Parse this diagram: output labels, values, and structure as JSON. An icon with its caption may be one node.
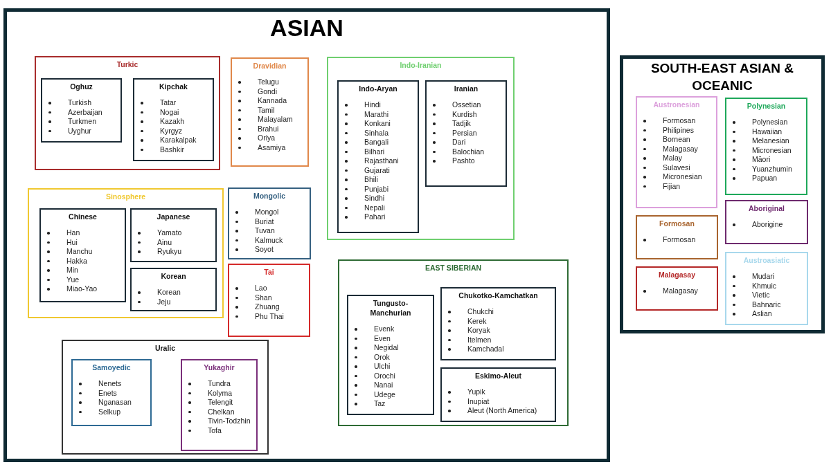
{
  "diagram": {
    "nodes": [
      {
        "text": [
          "ASIAN"
        ]
      },
      {
        "text": [
          "Turkic"
        ],
        "in": 0
      },
      {
        "text": [
          "Oghuz",
          "Turkish",
          "Azerbaijan",
          "Turkmen",
          "Uyghur"
        ],
        "in": 1
      },
      {
        "text": [
          "Kipchak",
          "Tatar",
          "Nogai",
          "Kazakh",
          "Kyrgyz",
          "Karakalpak",
          "Bashkir"
        ],
        "in": 1
      },
      {
        "text": [
          "Dravidian",
          "Telugu",
          "Gondi",
          "Kannada",
          "Tamil",
          "Malayalam",
          "Brahui",
          "Oriya",
          "Asamiya"
        ],
        "in": 0
      },
      {
        "text": [
          "Indo-Iranian"
        ],
        "in": 0
      },
      {
        "text": [
          "Indo-Aryan",
          "Hindi",
          "Marathi",
          "Konkani",
          "Sinhala",
          "Bangali",
          "Bilhari",
          "Rajasthani",
          "Gujarati",
          "Bhili",
          "Punjabi",
          "Sindhi",
          "Nepali",
          "Pahari"
        ],
        "in": 5
      },
      {
        "text": [
          "Iranian",
          "Ossetian",
          "Kurdish",
          "Tadjik",
          "Persian",
          "Dari",
          "Balochian",
          "Pashto"
        ],
        "in": 5
      },
      {
        "text": [
          "Sinosphere"
        ],
        "in": 0
      },
      {
        "text": [
          "Chinese",
          "Han",
          "Hui",
          "Manchu",
          "Hakka",
          "Min",
          "Yue",
          "Miao-Yao"
        ],
        "in": 8
      },
      {
        "text": [
          "Japanese",
          "Yamato",
          "Ainu",
          "Ryukyu"
        ],
        "in": 8
      },
      {
        "text": [
          "Korean",
          "Korean",
          "Jeju"
        ],
        "in": 8
      },
      {
        "text": [
          "Mongolic",
          "Mongol",
          "Buriat",
          "Tuvan",
          "Kalmuck",
          "Soyot"
        ],
        "in": 0
      },
      {
        "text": [
          "Tai",
          "Lao",
          "Shan",
          "Zhuang",
          "Phu Thai"
        ],
        "in": 0
      },
      {
        "text": [
          "EAST SIBERIAN"
        ],
        "in": 0
      },
      {
        "text": [
          "Tungusto-Manchurian",
          "Evenk",
          "Even",
          "Negidal",
          "Orok",
          "Ulchi",
          "Orochi",
          "Nanai",
          "Udege",
          "Taz"
        ],
        "in": 14
      },
      {
        "text": [
          "Chukotko-Kamchatkan",
          "Chukchi",
          "Kerek",
          "Koryak",
          "Itelmen",
          "Kamchadal"
        ],
        "in": 14
      },
      {
        "text": [
          "Eskimo-Aleut",
          "Yupik",
          "Inupiat",
          "Aleut (North America)"
        ],
        "in": 14
      },
      {
        "text": [
          "Uralic"
        ],
        "in": 0
      },
      {
        "text": [
          "Samoyedic",
          "Nenets",
          "Enets",
          "Nganasan",
          "Selkup"
        ],
        "in": 18
      },
      {
        "text": [
          "Yukaghir",
          "Tundra",
          "Kolyma",
          "Telengit",
          "Chelkan",
          "Tivin-Todzhin",
          "Tofa"
        ],
        "in": 18
      },
      {
        "text": [
          "SOUTH-EAST ASIAN & OCEANIC"
        ]
      },
      {
        "text": [
          "Austronesian",
          "Formosan",
          "Philipines",
          "Bornean",
          "Malagasay",
          "Malay",
          "Sulavesi",
          "Micronesian",
          "Fijian"
        ],
        "in": 21
      },
      {
        "text": [
          "Polynesian",
          "Polynesian",
          "Hawaiian",
          "Melanesian",
          "Micronesian",
          "Māori",
          "Yuanzhumin",
          "Papuan"
        ],
        "in": 21
      },
      {
        "text": [
          "Formosan",
          "Formosan"
        ],
        "in": 21
      },
      {
        "text": [
          "Aboriginal",
          "Aborigine"
        ],
        "in": 21
      },
      {
        "text": [
          "Malagasay",
          "Malagasay"
        ],
        "in": 21
      },
      {
        "text": [
          "Austroasiatic",
          "Mudari",
          "Khmuic",
          "Vietic",
          "Bahnaric",
          "Aslian"
        ],
        "in": 21
      }
    ]
  }
}
